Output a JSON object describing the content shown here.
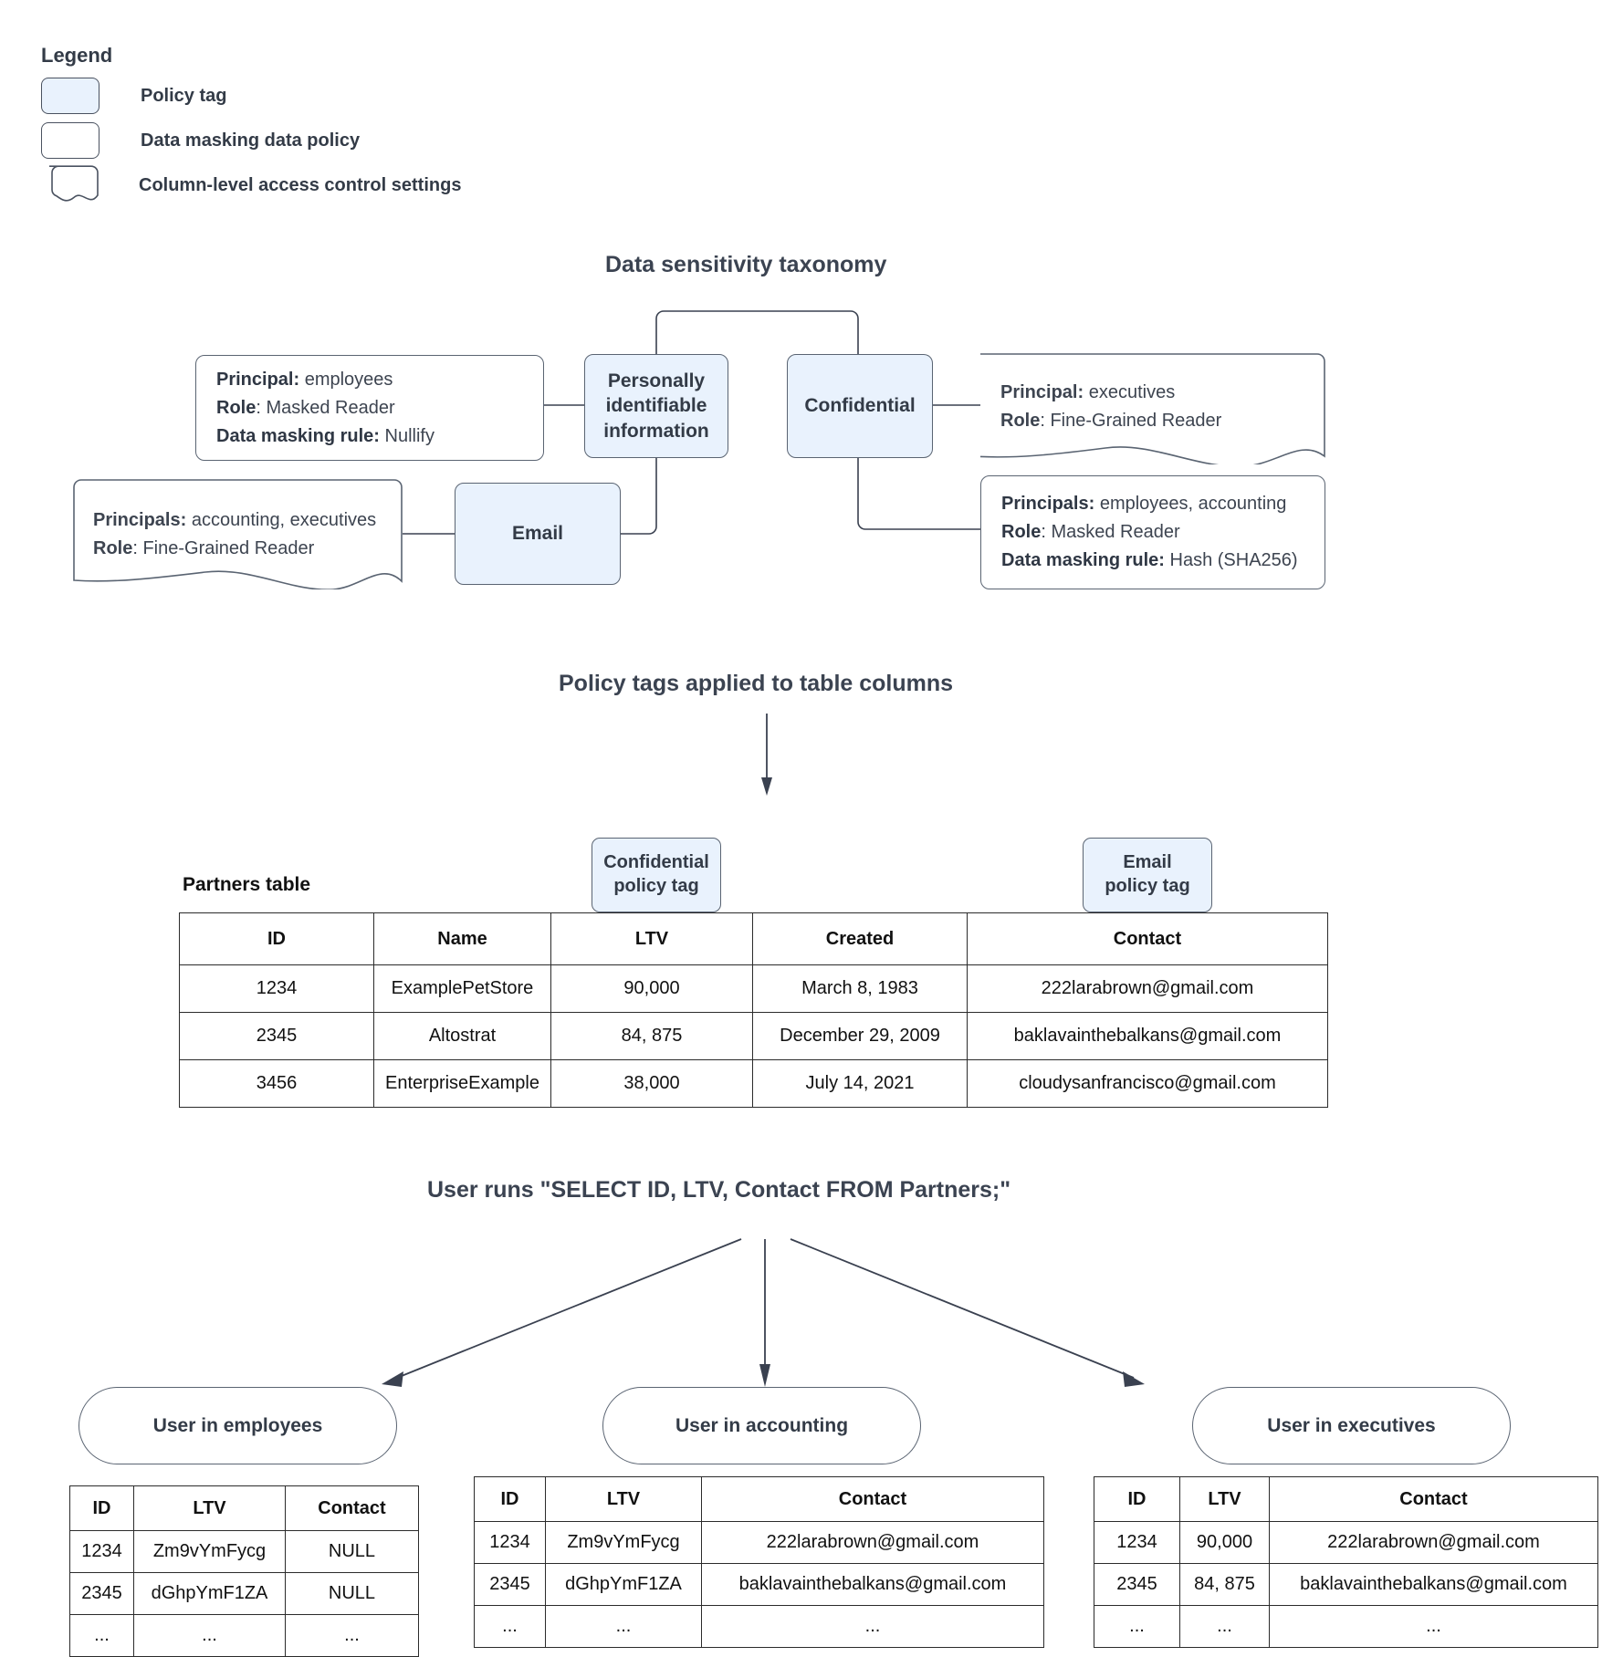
{
  "legend": {
    "title": "Legend",
    "items": [
      {
        "label": "Policy tag",
        "swatch": "policy-tag"
      },
      {
        "label": "Data masking data policy",
        "swatch": "data-masking-policy"
      },
      {
        "label": "Column-level access control settings",
        "swatch": "column-access-settings"
      }
    ]
  },
  "taxonomy": {
    "title": "Data sensitivity taxonomy",
    "tags": [
      {
        "id": "pii",
        "label": "Personally identifiable information"
      },
      {
        "id": "confidential",
        "label": "Confidential"
      },
      {
        "id": "email",
        "label": "Email"
      }
    ],
    "policies": [
      {
        "id": "pii-masked",
        "kind": "data-masking-policy",
        "lines": [
          {
            "bold": "Principal:",
            "rest": " employees"
          },
          {
            "bold": "Role",
            "rest": ": Masked Reader"
          },
          {
            "bold": "Data masking rule:",
            "rest": " Nullify"
          }
        ]
      },
      {
        "id": "email-fine-grained",
        "kind": "column-access-settings",
        "lines": [
          {
            "bold": "Principals:",
            "rest": " accounting, executives"
          },
          {
            "bold": "Role",
            "rest": ": Fine-Grained Reader"
          }
        ]
      },
      {
        "id": "confidential-fine-grained",
        "kind": "column-access-settings",
        "lines": [
          {
            "bold": "Principal:",
            "rest": " executives"
          },
          {
            "bold": "Role",
            "rest": ": Fine-Grained Reader"
          }
        ]
      },
      {
        "id": "confidential-masked",
        "kind": "data-masking-policy",
        "lines": [
          {
            "bold": "Principals:",
            "rest": " employees, accounting"
          },
          {
            "bold": "Role",
            "rest": ": Masked Reader"
          },
          {
            "bold": "Data masking rule:",
            "rest": " Hash (SHA256)"
          }
        ]
      }
    ]
  },
  "applied": {
    "title": "Policy tags applied to table columns",
    "table_label": "Partners table",
    "column_tags": [
      {
        "id": "confidential-tag",
        "line1": "Confidential",
        "line2": "policy tag"
      },
      {
        "id": "email-tag",
        "line1": "Email",
        "line2": "policy tag"
      }
    ],
    "partners": {
      "columns": [
        "ID",
        "Name",
        "LTV",
        "Created",
        "Contact"
      ],
      "rows": [
        [
          "1234",
          "ExamplePetStore",
          "90,000",
          "March 8, 1983",
          "222larabrown@gmail.com"
        ],
        [
          "2345",
          "Altostrat",
          "84, 875",
          "December 29, 2009",
          "baklavainthebalkans@gmail.com"
        ],
        [
          "3456",
          "EnterpriseExample",
          "38,000",
          "July 14, 2021",
          "cloudysanfrancisco@gmail.com"
        ]
      ]
    }
  },
  "query": {
    "title": "User runs \"SELECT ID, LTV, Contact FROM Partners;\""
  },
  "results": [
    {
      "id": "employees",
      "pill": "User in employees",
      "columns": [
        "ID",
        "LTV",
        "Contact"
      ],
      "rows": [
        [
          "1234",
          "Zm9vYmFycg",
          "NULL"
        ],
        [
          "2345",
          "dGhpYmF1ZA",
          "NULL"
        ],
        [
          "...",
          "...",
          "..."
        ]
      ]
    },
    {
      "id": "accounting",
      "pill": "User in accounting",
      "columns": [
        "ID",
        "LTV",
        "Contact"
      ],
      "rows": [
        [
          "1234",
          "Zm9vYmFycg",
          "222larabrown@gmail.com"
        ],
        [
          "2345",
          "dGhpYmF1ZA",
          "baklavainthebalkans@gmail.com"
        ],
        [
          "...",
          "...",
          "..."
        ]
      ]
    },
    {
      "id": "executives",
      "pill": "User in executives",
      "columns": [
        "ID",
        "LTV",
        "Contact"
      ],
      "rows": [
        [
          "1234",
          "90,000",
          "222larabrown@gmail.com"
        ],
        [
          "2345",
          "84, 875",
          "baklavainthebalkans@gmail.com"
        ],
        [
          "...",
          "...",
          "..."
        ]
      ]
    }
  ],
  "colors": {
    "tag_fill": "#e9f2fd",
    "stroke": "#5a6472",
    "text": "#333b47",
    "table_stroke": "#2b2b2b"
  }
}
